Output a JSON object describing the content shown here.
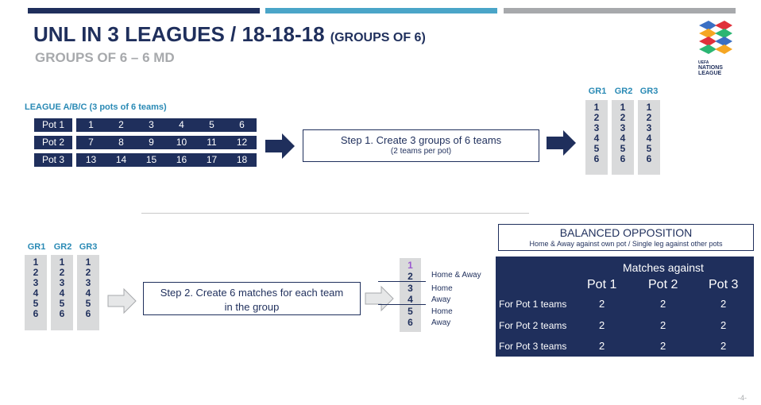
{
  "header": {
    "title_main": "UNL IN 3 LEAGUES / 18-18-18",
    "title_small": "(GROUPS OF 6)",
    "subtitle": "GROUPS OF 6 – 6 MD",
    "bar_colors": [
      "#1f2f5c",
      "#4aa5c8",
      "#a7a9ac"
    ]
  },
  "logo": {
    "line1": "UEFA",
    "line2": "NATIONS",
    "line3": "LEAGUE"
  },
  "league": {
    "label": "LEAGUE A/B/C (3 pots of 6 teams)",
    "pots": [
      {
        "name": "Pot 1",
        "teams": [
          "1",
          "2",
          "3",
          "4",
          "5",
          "6"
        ]
      },
      {
        "name": "Pot 2",
        "teams": [
          "7",
          "8",
          "9",
          "10",
          "11",
          "12"
        ]
      },
      {
        "name": "Pot 3",
        "teams": [
          "13",
          "14",
          "15",
          "16",
          "17",
          "18"
        ]
      }
    ]
  },
  "step1": {
    "title": "Step 1. Create 3 groups of 6 teams",
    "subtitle": "(2 teams per pot)"
  },
  "groups": {
    "headers": [
      "GR1",
      "GR2",
      "GR3"
    ],
    "teams": [
      "1",
      "2",
      "3",
      "4",
      "5",
      "6"
    ]
  },
  "step2": {
    "line1": "Step 2. Create 6 matches for each team",
    "line2": "in the group"
  },
  "home_away": {
    "numbers": [
      "1",
      "2",
      "3",
      "4",
      "5",
      "6"
    ],
    "labels": [
      "Home & Away",
      "Home",
      "Away",
      "Home",
      "Away"
    ],
    "highlight_color": "#9b59d0"
  },
  "balanced": {
    "title": "BALANCED OPPOSITION",
    "subtitle": "Home & Away against own pot / Single leg against other pots"
  },
  "matches_table": {
    "heading": "Matches against",
    "columns": [
      "Pot 1",
      "Pot 2",
      "Pot 3"
    ],
    "rows": [
      {
        "label": "For Pot 1 teams",
        "values": [
          "2",
          "2",
          "2"
        ]
      },
      {
        "label": "For Pot 2 teams",
        "values": [
          "2",
          "2",
          "2"
        ]
      },
      {
        "label": "For Pot 3 teams",
        "values": [
          "2",
          "2",
          "2"
        ]
      }
    ]
  },
  "page_number": "-4-"
}
